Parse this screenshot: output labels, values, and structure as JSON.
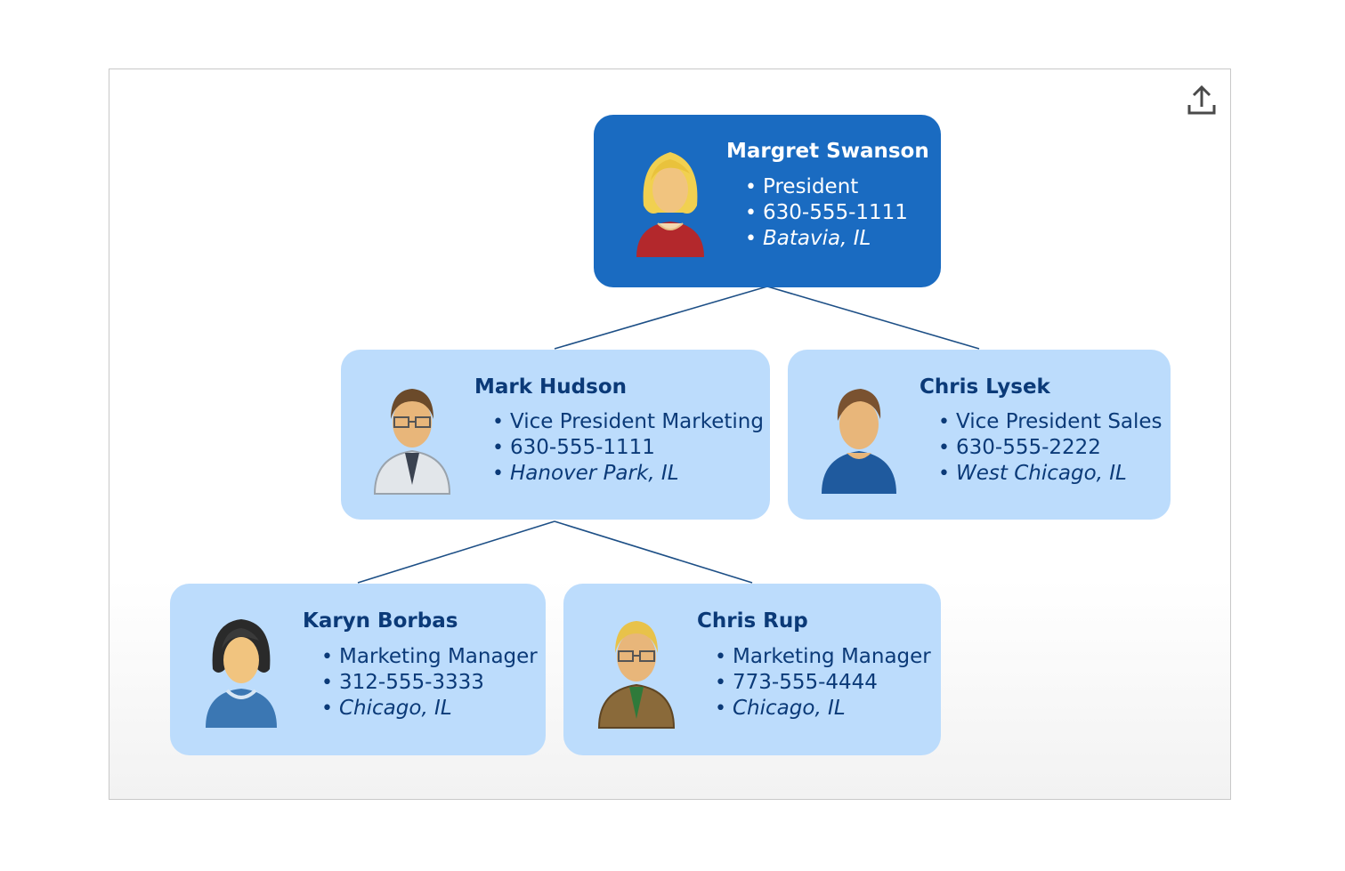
{
  "colors": {
    "root_fill": "#1a6bc1",
    "child_fill": "#bcdcfc",
    "child_text": "#0b3a78",
    "connector": "#1d4f86"
  },
  "toolbar": {
    "export_icon": "upload-icon"
  },
  "people": {
    "margret": {
      "name": "Margret Swanson",
      "title": "President",
      "phone": "630-555-1111",
      "location": "Batavia, IL",
      "avatar": "woman-blonde-icon"
    },
    "mark": {
      "name": "Mark Hudson",
      "title": "Vice President Marketing",
      "phone": "630-555-1111",
      "location": "Hanover Park, IL",
      "avatar": "man-labcoat-glasses-icon"
    },
    "chris_l": {
      "name": "Chris Lysek",
      "title": "Vice President Sales",
      "phone": "630-555-2222",
      "location": "West Chicago, IL",
      "avatar": "man-blue-sweater-icon"
    },
    "karyn": {
      "name": "Karyn Borbas",
      "title": "Marketing Manager",
      "phone": "312-555-3333",
      "location": "Chicago, IL",
      "avatar": "woman-dark-hair-icon"
    },
    "chris_r": {
      "name": "Chris Rup",
      "title": "Marketing Manager",
      "phone": "773-555-4444",
      "location": "Chicago, IL",
      "avatar": "man-brown-suit-glasses-icon"
    }
  }
}
